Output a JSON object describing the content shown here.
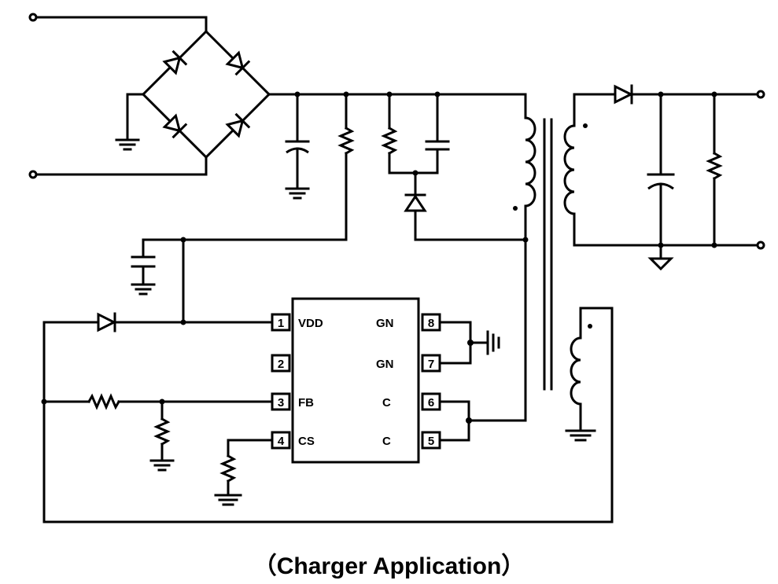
{
  "caption": "（Charger Application）",
  "ic": {
    "pins": [
      {
        "num": "1",
        "label": "VDD"
      },
      {
        "num": "2",
        "label": ""
      },
      {
        "num": "3",
        "label": "FB"
      },
      {
        "num": "4",
        "label": "CS"
      },
      {
        "num": "5",
        "label": "C"
      },
      {
        "num": "6",
        "label": "C"
      },
      {
        "num": "7",
        "label": "GN"
      },
      {
        "num": "8",
        "label": "GN"
      }
    ]
  }
}
